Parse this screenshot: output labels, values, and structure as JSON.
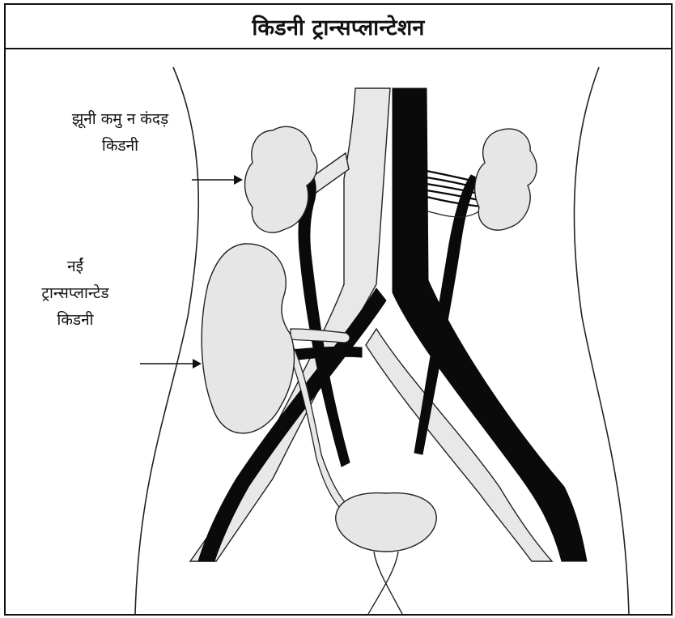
{
  "title": "किडनी ट्रान्सप्लान्टेशन",
  "labels": {
    "old_kidney_line1": "झूनी कमु न कंदड़",
    "old_kidney_line2": "किडनी",
    "new_kidney_line1": "नईं",
    "new_kidney_line2": "ट्रान्सप्लान्टेड",
    "new_kidney_line3": "किडनी"
  },
  "colors": {
    "organ_fill": "#e6e6e6",
    "vessel_dark": "#0a0a0a",
    "vessel_light": "#e8e8e8",
    "outline": "#222222"
  }
}
